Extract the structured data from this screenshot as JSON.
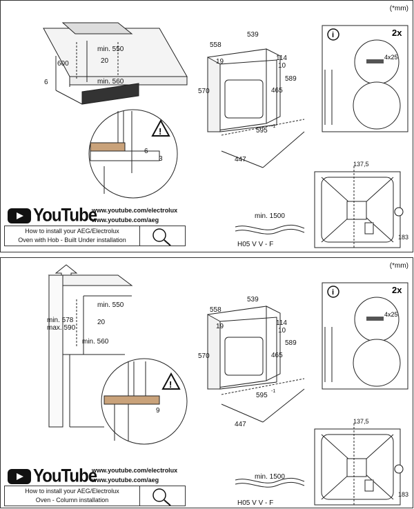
{
  "panel1": {
    "unit_note": "(*mm)",
    "count_label": "2x",
    "info_icon": "i",
    "warning_icon": "!",
    "dims_cabinet": {
      "depth_min": "min. 550",
      "height": "600",
      "gap": "20",
      "width_min": "min. 560",
      "side": "6"
    },
    "dims_detail": {
      "a": "6",
      "b": "3"
    },
    "dims_oven": {
      "width": "558",
      "depth": "539",
      "d19": "19",
      "d114": "114",
      "d10": "10",
      "d589": "589",
      "h570": "570",
      "h465": "465",
      "w595": "595",
      "sup": "-1",
      "w447": "447"
    },
    "screw": "4x25",
    "dims_plan": {
      "top": "137,5",
      "right": "183"
    },
    "cable": {
      "length": "min. 1500",
      "type": "H05 V V - F"
    },
    "youtube": {
      "word": "YouTube",
      "url1": "www.youtube.com/electrolux",
      "url2": "www.youtube.com/aeg"
    },
    "howto": {
      "line1": "How to install your AEG/Electrolux",
      "line2": "Oven with Hob - Built Under installation"
    }
  },
  "panel2": {
    "unit_note": "(*mm)",
    "count_label": "2x",
    "info_icon": "i",
    "warning_icon": "!",
    "dims_cabinet": {
      "depth_min": "min. 550",
      "h_min": "min. 578",
      "h_max": "max. 590",
      "gap": "20",
      "width_min": "min. 560"
    },
    "dims_detail": {
      "a": "9"
    },
    "dims_oven": {
      "width": "558",
      "depth": "539",
      "d19": "19",
      "d114": "114",
      "d10": "10",
      "d589": "589",
      "h570": "570",
      "h465": "465",
      "w595": "595",
      "sup": "-1",
      "w447": "447"
    },
    "screw": "4x25",
    "dims_plan": {
      "top": "137,5",
      "right": "183"
    },
    "cable": {
      "length": "min. 1500",
      "type": "H05 V V - F"
    },
    "youtube": {
      "word": "YouTube",
      "url1": "www.youtube.com/electrolux",
      "url2": "www.youtube.com/aeg"
    },
    "howto": {
      "line1": "How to install your AEG/Electrolux",
      "line2": "Oven - Column installation"
    }
  }
}
